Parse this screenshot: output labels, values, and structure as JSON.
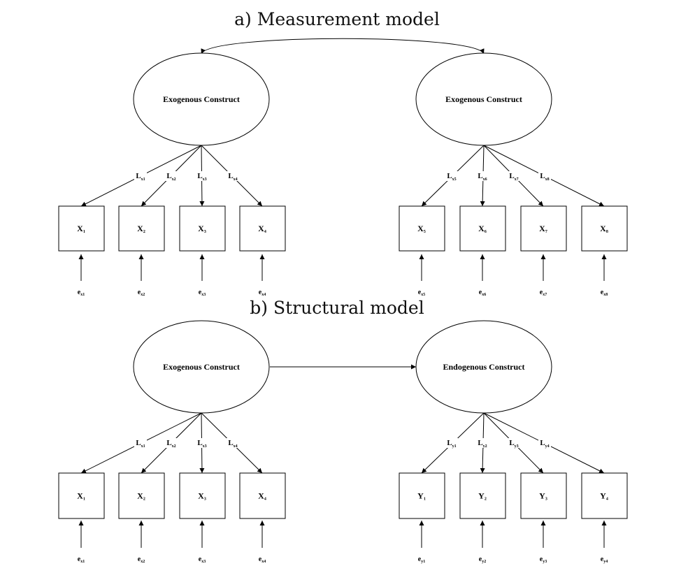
{
  "titles": {
    "measurement": "a) Measurement model",
    "structural": "b) Structural model"
  },
  "measurement": {
    "constructs": [
      {
        "label": "Exogenous Construct"
      },
      {
        "label": "Exogenous Construct"
      }
    ],
    "indicators": [
      {
        "base": "X",
        "sub": "1"
      },
      {
        "base": "X",
        "sub": "2"
      },
      {
        "base": "X",
        "sub": "3"
      },
      {
        "base": "X",
        "sub": "4"
      },
      {
        "base": "X",
        "sub": "5"
      },
      {
        "base": "X",
        "sub": "6"
      },
      {
        "base": "X",
        "sub": "7"
      },
      {
        "base": "X",
        "sub": "8"
      }
    ],
    "loadings": [
      {
        "base": "L",
        "sub": "x1"
      },
      {
        "base": "L",
        "sub": "x2"
      },
      {
        "base": "L",
        "sub": "x3"
      },
      {
        "base": "L",
        "sub": "x4"
      },
      {
        "base": "L",
        "sub": "x5"
      },
      {
        "base": "L",
        "sub": "x6"
      },
      {
        "base": "L",
        "sub": "x7"
      },
      {
        "base": "L",
        "sub": "x8"
      }
    ],
    "errors": [
      {
        "base": "e",
        "sub": "x1"
      },
      {
        "base": "e",
        "sub": "x2"
      },
      {
        "base": "e",
        "sub": "x3"
      },
      {
        "base": "e",
        "sub": "x4"
      },
      {
        "base": "e",
        "sub": "x5"
      },
      {
        "base": "e",
        "sub": "x6"
      },
      {
        "base": "e",
        "sub": "x7"
      },
      {
        "base": "e",
        "sub": "x8"
      }
    ]
  },
  "structural": {
    "constructs": [
      {
        "label": "Exogenous Construct"
      },
      {
        "label": "Endogenous Construct"
      }
    ],
    "indicators": [
      {
        "base": "X",
        "sub": "1"
      },
      {
        "base": "X",
        "sub": "2"
      },
      {
        "base": "X",
        "sub": "3"
      },
      {
        "base": "X",
        "sub": "4"
      },
      {
        "base": "Y",
        "sub": "1"
      },
      {
        "base": "Y",
        "sub": "2"
      },
      {
        "base": "Y",
        "sub": "3"
      },
      {
        "base": "Y",
        "sub": "4"
      }
    ],
    "loadings": [
      {
        "base": "L",
        "sub": "x1"
      },
      {
        "base": "L",
        "sub": "x2"
      },
      {
        "base": "L",
        "sub": "x3"
      },
      {
        "base": "L",
        "sub": "x4"
      },
      {
        "base": "L",
        "sub": "y1"
      },
      {
        "base": "L",
        "sub": "y2"
      },
      {
        "base": "L",
        "sub": "y3"
      },
      {
        "base": "L",
        "sub": "y4"
      }
    ],
    "errors": [
      {
        "base": "e",
        "sub": "x1"
      },
      {
        "base": "e",
        "sub": "x2"
      },
      {
        "base": "e",
        "sub": "x3"
      },
      {
        "base": "e",
        "sub": "x4"
      },
      {
        "base": "e",
        "sub": "y1"
      },
      {
        "base": "e",
        "sub": "y2"
      },
      {
        "base": "e",
        "sub": "y3"
      },
      {
        "base": "e",
        "sub": "y4"
      }
    ]
  }
}
